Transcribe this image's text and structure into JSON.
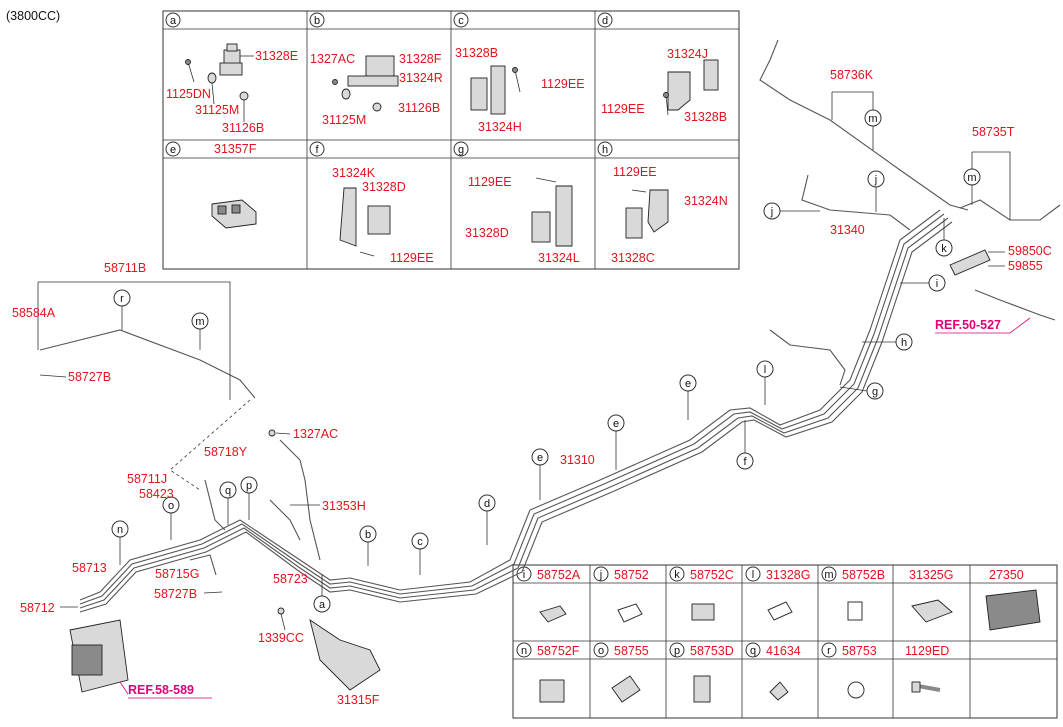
{
  "engine_note": "(3800CC)",
  "references": {
    "ref_50_527": "REF.50-527",
    "ref_58_589": "REF.58-589"
  },
  "upper_table": {
    "cells": [
      {
        "letter": "a",
        "parts": [
          "31328E",
          "1125DN",
          "31125M",
          "31126B"
        ]
      },
      {
        "letter": "b",
        "parts": [
          "1327AC",
          "31328F",
          "31324R",
          "31125M",
          "31126B"
        ]
      },
      {
        "letter": "c",
        "parts": [
          "31328B",
          "1129EE",
          "31324H"
        ]
      },
      {
        "letter": "d",
        "parts": [
          "31324J",
          "1129EE",
          "31328B"
        ]
      },
      {
        "letter": "e",
        "parts": [
          "31357F"
        ]
      },
      {
        "letter": "f",
        "parts": [
          "31324K",
          "31328D",
          "1129EE"
        ]
      },
      {
        "letter": "g",
        "parts": [
          "1129EE",
          "31328D",
          "31324L"
        ]
      },
      {
        "letter": "h",
        "parts": [
          "1129EE",
          "31324N",
          "31328C"
        ]
      }
    ]
  },
  "lower_table": {
    "row1": [
      {
        "letter": "i",
        "part": "58752A"
      },
      {
        "letter": "j",
        "part": "58752"
      },
      {
        "letter": "k",
        "part": "58752C"
      },
      {
        "letter": "l",
        "part": "31328G"
      },
      {
        "letter": "m",
        "part": "58752B"
      },
      {
        "letter": "",
        "part": "31325G"
      },
      {
        "letter": "",
        "part": "27350"
      }
    ],
    "row2": [
      {
        "letter": "n",
        "part": "58752F"
      },
      {
        "letter": "o",
        "part": "58755"
      },
      {
        "letter": "p",
        "part": "58753D"
      },
      {
        "letter": "q",
        "part": "41634"
      },
      {
        "letter": "r",
        "part": "58753"
      },
      {
        "letter": "",
        "part": "1129ED"
      }
    ]
  },
  "labels": {
    "p58711B": "58711B",
    "p58584A": "58584A",
    "p58727B_top": "58727B",
    "p1327AC": "1327AC",
    "p58718Y": "58718Y",
    "p58711J": "58711J",
    "p58423": "58423",
    "p31353H": "31353H",
    "p58713": "58713",
    "p58715G": "58715G",
    "p58712": "58712",
    "p58727B_bot": "58727B",
    "p58723": "58723",
    "p1339CC": "1339CC",
    "p31315F": "31315F",
    "p31310": "31310",
    "p31340": "31340",
    "p58736K": "58736K",
    "p58735T": "58735T",
    "p59850C": "59850C",
    "p59855": "59855"
  },
  "callouts": {
    "r": "r",
    "m1": "m",
    "o": "o",
    "q": "q",
    "p": "p",
    "n": "n",
    "a": "a",
    "b": "b",
    "c": "c",
    "d": "d",
    "e1": "e",
    "e2": "e",
    "e3": "e",
    "f": "f",
    "l": "l",
    "g": "g",
    "h": "h",
    "i": "i",
    "j1": "j",
    "j2": "j",
    "k": "k",
    "m2": "m",
    "m3": "m"
  }
}
